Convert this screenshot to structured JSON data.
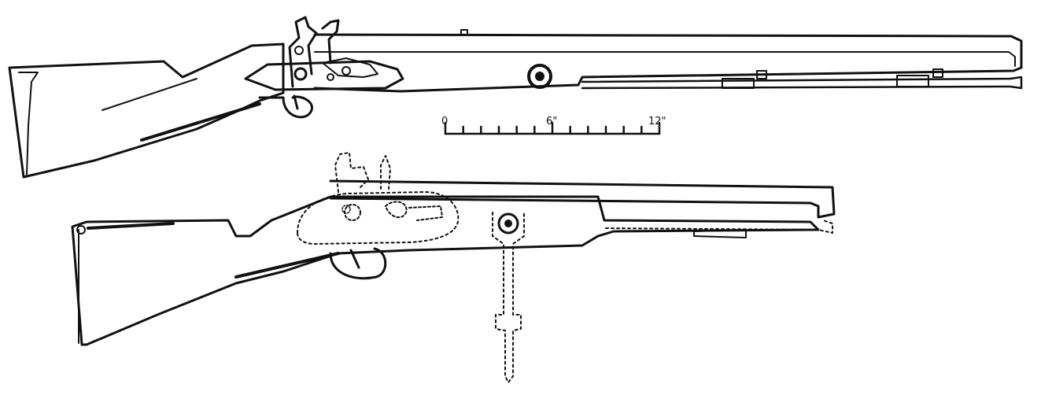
{
  "colors": {
    "ink": "#111111",
    "paper": "#ffffff"
  },
  "scale": {
    "labels": [
      "0",
      "6\"",
      "12\""
    ],
    "minor_tick_count": 13
  }
}
